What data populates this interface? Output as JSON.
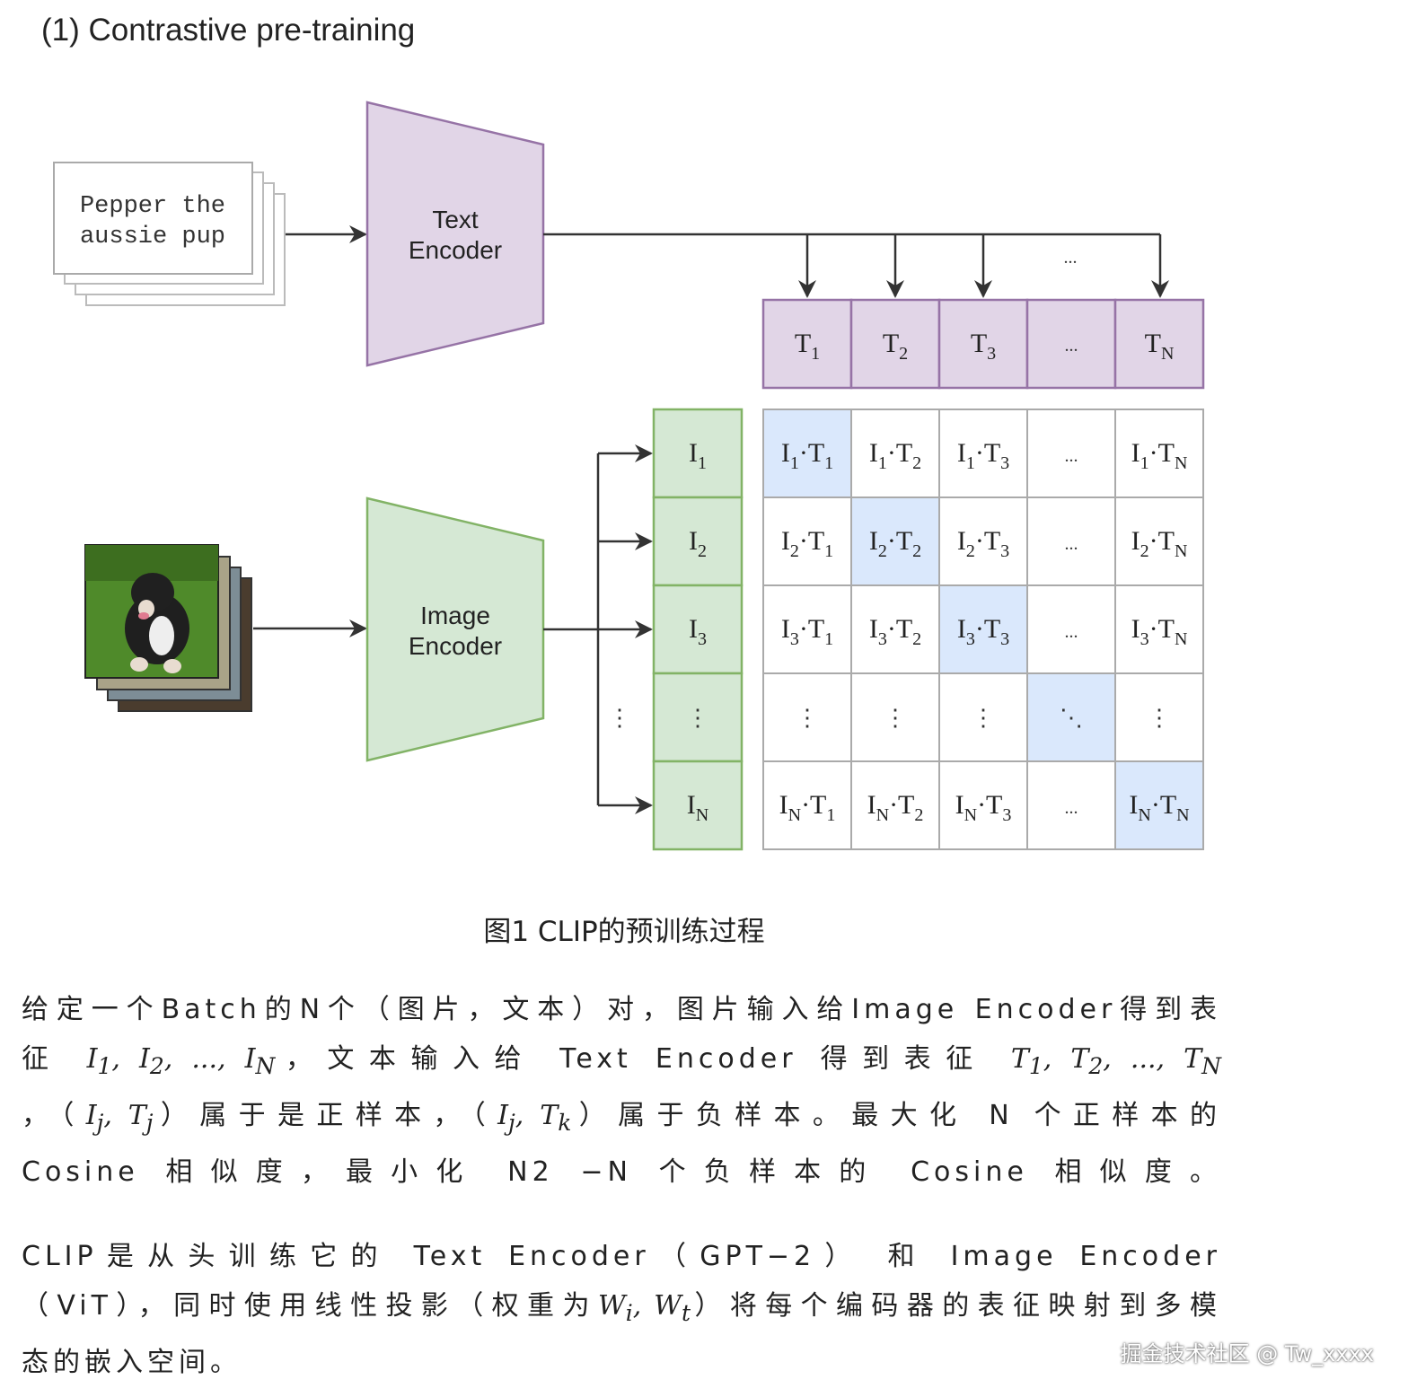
{
  "diagram": {
    "title": "(1) Contrastive pre-training",
    "text_input": [
      "Pepper the",
      "aussie pup"
    ],
    "text_encoder": [
      "Text",
      "Encoder"
    ],
    "image_encoder": [
      "Image",
      "Encoder"
    ],
    "ellipsis_h": "...",
    "ellipsis_v": "⋮",
    "ellipsis_d": "⋱",
    "text_features": [
      "T",
      "T",
      "T",
      "...",
      "T"
    ],
    "text_feature_subs": [
      "1",
      "2",
      "3",
      "",
      "N"
    ],
    "image_features": [
      "I",
      "I",
      "I",
      "⋮",
      "I"
    ],
    "image_feature_subs": [
      "1",
      "2",
      "3",
      "",
      "N"
    ],
    "colors": {
      "text_encoder_fill": "#e1d5e7",
      "text_encoder_stroke": "#9673a6",
      "image_encoder_fill": "#d5e8d4",
      "image_encoder_stroke": "#82b366",
      "diagonal_fill": "#dae8fc",
      "grid_stroke": "#aaaaaa",
      "arrow": "#333333"
    },
    "image_input_icon": "puppy-photo-stack"
  },
  "caption": "图1 CLIP的预训练过程",
  "paragraph1": {
    "l1": "给定一个Batch的N个（图片，文本）对，图片输入给Image Encoder得到表",
    "l2_a": "征",
    "l2_b": "，文本输入给 Text Encoder 得到表征",
    "l3_a": "，（",
    "l3_b": "）属于是正样本，（",
    "l3_c": "）属于负样本。最大化 N 个正样本的",
    "l4": "Cosine 相似度，最小化 N2 −N 个负样本的 Cosine 相似度。"
  },
  "paragraph2": {
    "l1": "CLIP是从头训练它的 Text Encoder（GPT−2） 和 Image Encoder",
    "l2_a": "（ViT），同时使用线性投影（权重为",
    "l2_b": "）将每个编码器的表征映射到多模",
    "l3": "态的嵌入空间。"
  },
  "watermark": "掘金技术社区 @ Tw_xxxx"
}
